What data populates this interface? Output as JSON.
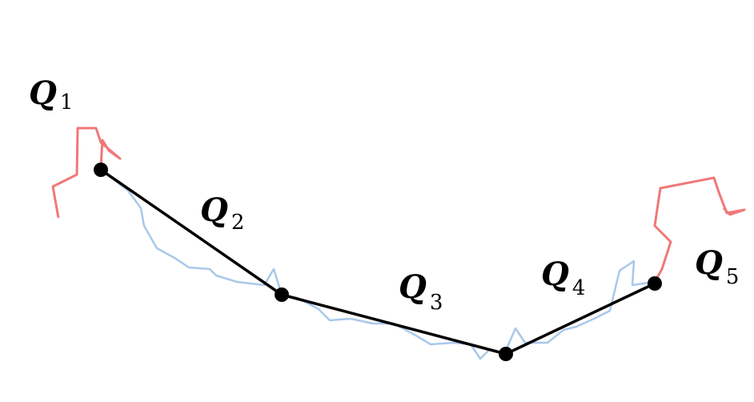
{
  "colors": {
    "background": "#ffffff",
    "path_segment": "#000000",
    "node": "#000000",
    "red_trace": "#f07878",
    "blue_trace": "#a9c8ea"
  },
  "labels": [
    {
      "id": "q1",
      "letter": "Q",
      "sub": "1"
    },
    {
      "id": "q2",
      "letter": "Q",
      "sub": "2"
    },
    {
      "id": "q3",
      "letter": "Q",
      "sub": "3"
    },
    {
      "id": "q4",
      "letter": "Q",
      "sub": "4"
    },
    {
      "id": "q5",
      "letter": "Q",
      "sub": "5"
    }
  ]
}
